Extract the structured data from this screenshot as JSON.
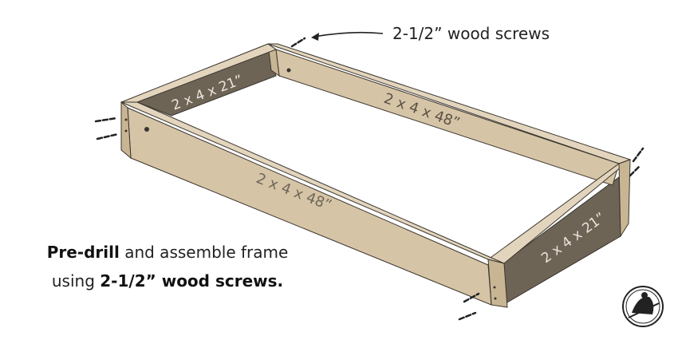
{
  "callout": {
    "text": "2-1/2” wood screws"
  },
  "instruction": {
    "line1_bold": "Pre-drill",
    "line1_rest": " and assemble frame",
    "line2_prefix": "using ",
    "line2_bold": "2-1/2” wood screws."
  },
  "boards": {
    "back_short": "2 x 4 x 21”",
    "back_long": "2 x 4 x 48”",
    "front_long": "2 x 4 x 48”",
    "front_short": "2 x 4 x 21”"
  },
  "colors": {
    "wood_face": "#d6c4a6",
    "wood_top": "#e3d5bd",
    "wood_inner": "#6e6455",
    "outline": "#3a352e"
  },
  "icons": {
    "logo": "woodworker-logo-icon",
    "screw": "screw-icon"
  }
}
